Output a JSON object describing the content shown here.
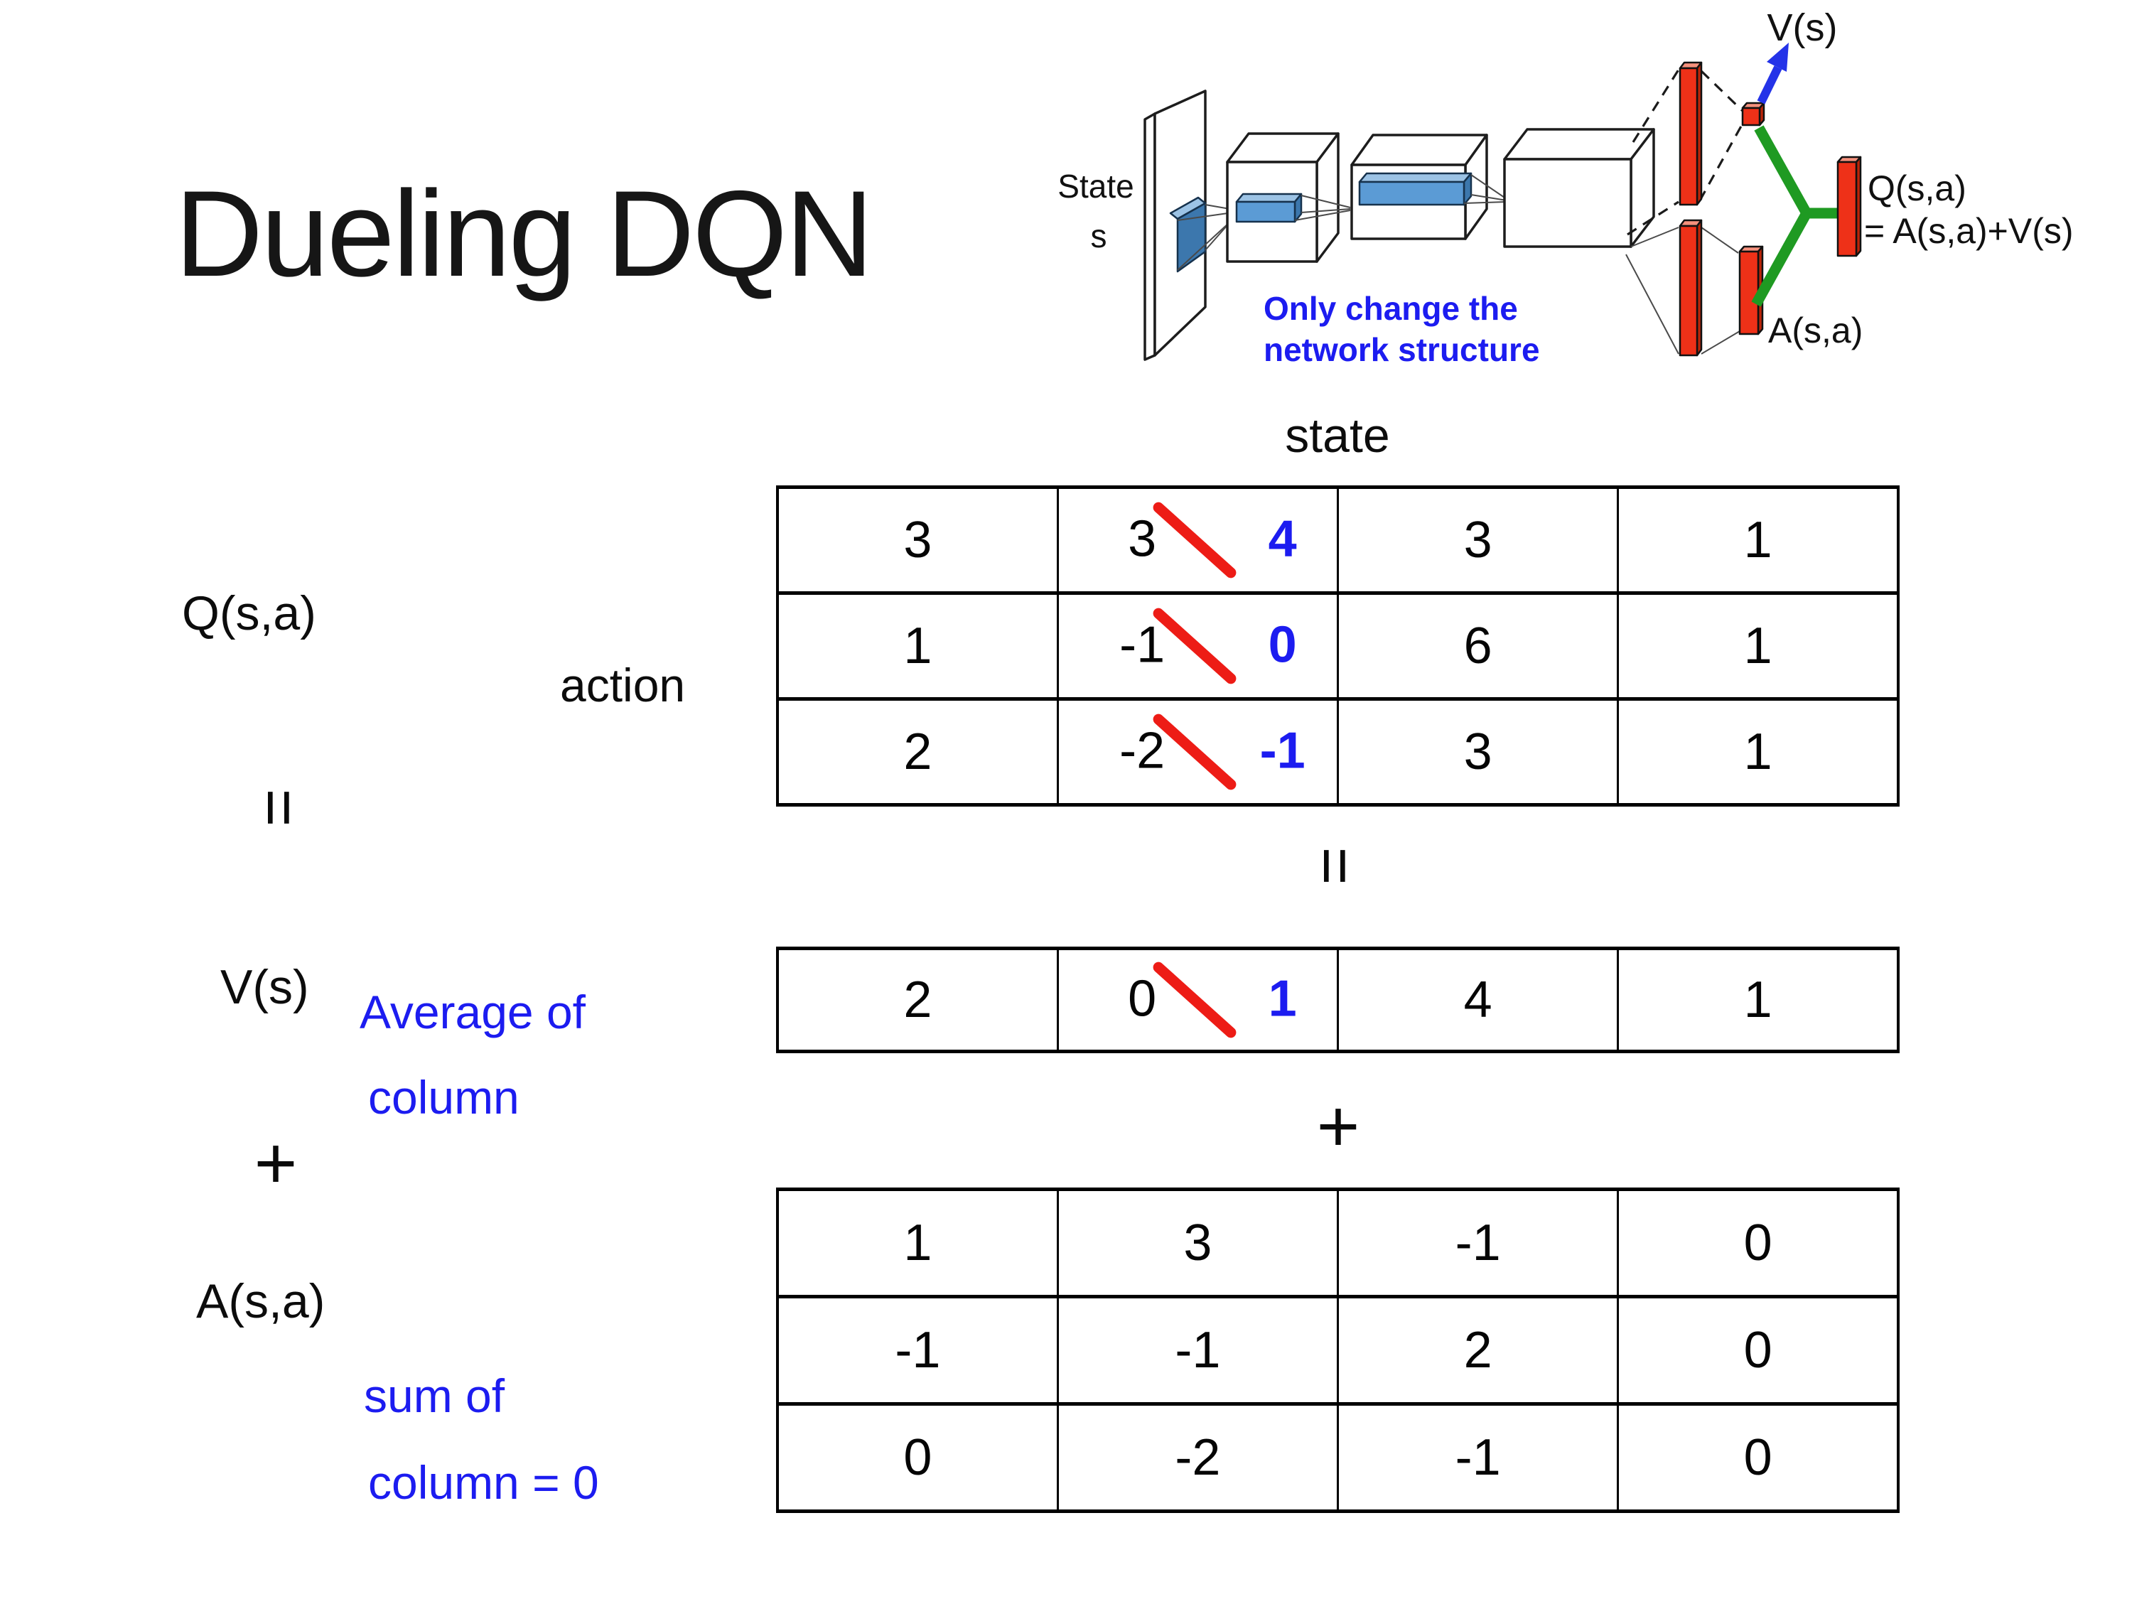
{
  "slide": {
    "title": "Dueling DQN"
  },
  "colors": {
    "blue": "#1c1cf0",
    "red": "#ed1c16",
    "ink": "#0c0c0c",
    "bar-red": "#ee3118",
    "bar-red-dark": "#bb2408",
    "bar-red-light": "#f5917d",
    "green": "#1f9a22",
    "arrow-blue": "#2433e8",
    "filter-blue": "#5b9bd5",
    "filter-blue-light": "#9cc3e5",
    "filter-blue-dark": "#3c77ad"
  },
  "diagram": {
    "state_line1": "State",
    "state_line2": "s",
    "v_label": "V(s)",
    "q_label_line1": "Q(s,a)",
    "q_label_line2": "= A(s,a)+V(s)",
    "a_label": "A(s,a)",
    "note_line1": "Only change the",
    "note_line2": "network structure"
  },
  "equation": {
    "q_term": "Q(s,a)",
    "action_label": "action",
    "state_label": "state",
    "equals": "=",
    "v_term": "V(s)",
    "avg_line1": "Average of",
    "avg_line2": "column",
    "plus": "+",
    "a_term": "A(s,a)",
    "sum_line1": "sum of",
    "sum_line2": "column = 0"
  },
  "tables": {
    "q": {
      "rows": [
        {
          "c0": "3",
          "old": "3",
          "new": "4",
          "c2": "3",
          "c3": "1"
        },
        {
          "c0": "1",
          "old": "-1",
          "new": "0",
          "c2": "6",
          "c3": "1"
        },
        {
          "c0": "2",
          "old": "-2",
          "new": "-1",
          "c2": "3",
          "c3": "1"
        }
      ]
    },
    "v": {
      "row": {
        "c0": "2",
        "old": "0",
        "new": "1",
        "c2": "4",
        "c3": "1"
      }
    },
    "a": {
      "rows": [
        [
          "1",
          "3",
          "-1",
          "0"
        ],
        [
          "-1",
          "-1",
          "2",
          "0"
        ],
        [
          "0",
          "-2",
          "-1",
          "0"
        ]
      ]
    }
  }
}
